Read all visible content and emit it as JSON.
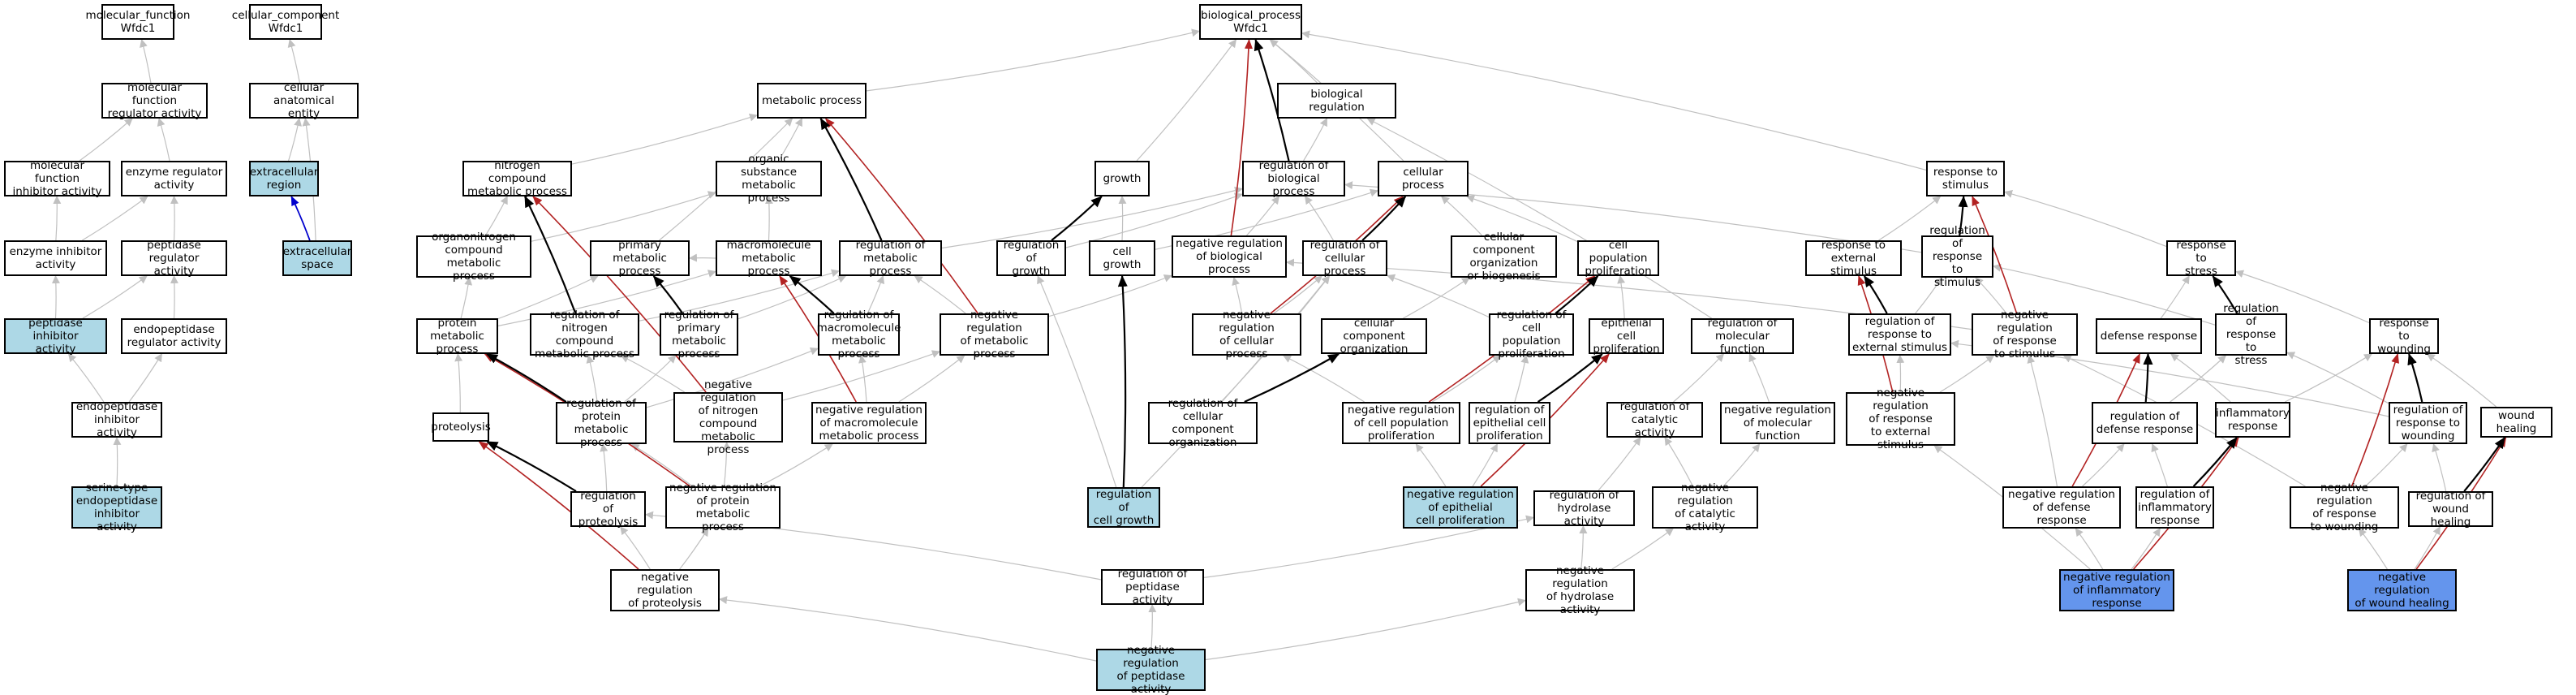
{
  "diagram": {
    "title": "",
    "colors": {
      "default_fill": "#ffffff",
      "lightblue_fill": "#add8e6",
      "blue_fill": "#6495ed",
      "is_a_edge": "#c0c0c0",
      "part_of_edge": "#000000",
      "regulates_edge": "#b22222",
      "occurs_in_edge": "#0000cd"
    },
    "nodes": [
      {
        "id": "mf",
        "label": "molecular_function\nWfdc1",
        "fill": "default"
      },
      {
        "id": "cc",
        "label": "cellular_component\nWfdc1",
        "fill": "default"
      },
      {
        "id": "bp",
        "label": "biological_process\nWfdc1",
        "fill": "default"
      },
      {
        "id": "mfra",
        "label": "molecular function\nregulator activity",
        "fill": "default"
      },
      {
        "id": "cae",
        "label": "cellular anatomical\nentity",
        "fill": "default"
      },
      {
        "id": "metab",
        "label": "metabolic process",
        "fill": "default"
      },
      {
        "id": "bioreg",
        "label": "biological regulation",
        "fill": "default"
      },
      {
        "id": "mfia",
        "label": "molecular function\ninhibitor activity",
        "fill": "default"
      },
      {
        "id": "era",
        "label": "enzyme regulator\nactivity",
        "fill": "default"
      },
      {
        "id": "exreg",
        "label": "extracellular\nregion",
        "fill": "lightblue"
      },
      {
        "id": "ncmp",
        "label": "nitrogen compound\nmetabolic process",
        "fill": "default"
      },
      {
        "id": "osmp",
        "label": "organic substance\nmetabolic process",
        "fill": "default"
      },
      {
        "id": "growth",
        "label": "growth",
        "fill": "default"
      },
      {
        "id": "rbp",
        "label": "regulation of\nbiological process",
        "fill": "default"
      },
      {
        "id": "cellproc",
        "label": "cellular process",
        "fill": "default"
      },
      {
        "id": "rts",
        "label": "response to\nstimulus",
        "fill": "default"
      },
      {
        "id": "eia",
        "label": "enzyme inhibitor\nactivity",
        "fill": "default"
      },
      {
        "id": "pra",
        "label": "peptidase regulator\nactivity",
        "fill": "default"
      },
      {
        "id": "exspace",
        "label": "extracellular\nspace",
        "fill": "lightblue"
      },
      {
        "id": "oncmp",
        "label": "organonitrogen\ncompound metabolic\nprocess",
        "fill": "default"
      },
      {
        "id": "pmp",
        "label": "primary metabolic\nprocess",
        "fill": "default"
      },
      {
        "id": "mmp",
        "label": "macromolecule\nmetabolic process",
        "fill": "default"
      },
      {
        "id": "rmp",
        "label": "regulation of\nmetabolic process",
        "fill": "default"
      },
      {
        "id": "rog",
        "label": "regulation of\ngrowth",
        "fill": "default"
      },
      {
        "id": "cg",
        "label": "cell growth",
        "fill": "default"
      },
      {
        "id": "nrbp",
        "label": "negative regulation\nof biological\nprocess",
        "fill": "default"
      },
      {
        "id": "rcp",
        "label": "regulation of\ncellular process",
        "fill": "default"
      },
      {
        "id": "ccob",
        "label": "cellular component\norganization\nor biogenesis",
        "fill": "default"
      },
      {
        "id": "cpp",
        "label": "cell population\nproliferation",
        "fill": "default"
      },
      {
        "id": "rtes",
        "label": "response to\nexternal stimulus",
        "fill": "default"
      },
      {
        "id": "rrts",
        "label": "regulation of\nresponse to\nstimulus",
        "fill": "default"
      },
      {
        "id": "rtstress",
        "label": "response to\nstress",
        "fill": "default"
      },
      {
        "id": "pia",
        "label": "peptidase inhibitor\nactivity",
        "fill": "lightblue"
      },
      {
        "id": "epra",
        "label": "endopeptidase\nregulator activity",
        "fill": "default"
      },
      {
        "id": "protmp",
        "label": "protein metabolic\nprocess",
        "fill": "default"
      },
      {
        "id": "rncmp",
        "label": "regulation of\nnitrogen compound\nmetabolic process",
        "fill": "default"
      },
      {
        "id": "rpmp",
        "label": "regulation of\nprimary metabolic\nprocess",
        "fill": "default"
      },
      {
        "id": "rmmp",
        "label": "regulation of\nmacromolecule\nmetabolic process",
        "fill": "default"
      },
      {
        "id": "nrmp",
        "label": "negative regulation\nof metabolic\nprocess",
        "fill": "default"
      },
      {
        "id": "nrcp",
        "label": "negative regulation\nof cellular\nprocess",
        "fill": "default"
      },
      {
        "id": "cco",
        "label": "cellular component\norganization",
        "fill": "default"
      },
      {
        "id": "rcpp",
        "label": "regulation of\ncell population\nproliferation",
        "fill": "default"
      },
      {
        "id": "ecp",
        "label": "epithelial cell\nproliferation",
        "fill": "default"
      },
      {
        "id": "rmf",
        "label": "regulation of\nmolecular function",
        "fill": "default"
      },
      {
        "id": "rrtes",
        "label": "regulation of\nresponse to\nexternal stimulus",
        "fill": "default"
      },
      {
        "id": "nrrts",
        "label": "negative regulation\nof response\nto stimulus",
        "fill": "default"
      },
      {
        "id": "defresp",
        "label": "defense response",
        "fill": "default"
      },
      {
        "id": "rrtstress",
        "label": "regulation of\nresponse to\nstress",
        "fill": "default"
      },
      {
        "id": "rtw",
        "label": "response to\nwounding",
        "fill": "default"
      },
      {
        "id": "epia",
        "label": "endopeptidase\ninhibitor activity",
        "fill": "default"
      },
      {
        "id": "proteo",
        "label": "proteolysis",
        "fill": "default"
      },
      {
        "id": "rprotmp",
        "label": "regulation of\nprotein metabolic\nprocess",
        "fill": "default"
      },
      {
        "id": "nrncmp",
        "label": "negative regulation\nof nitrogen\ncompound metabolic\nprocess",
        "fill": "default"
      },
      {
        "id": "nrmmp",
        "label": "negative regulation\nof macromolecule\nmetabolic process",
        "fill": "default"
      },
      {
        "id": "rcco",
        "label": "regulation of\ncellular component\norganization",
        "fill": "default"
      },
      {
        "id": "nrcpp",
        "label": "negative regulation\nof cell population\nproliferation",
        "fill": "default"
      },
      {
        "id": "recp",
        "label": "regulation of\nepithelial cell\nproliferation",
        "fill": "default"
      },
      {
        "id": "rca",
        "label": "regulation of\ncatalytic activity",
        "fill": "default"
      },
      {
        "id": "nrmf",
        "label": "negative regulation\nof molecular\nfunction",
        "fill": "default"
      },
      {
        "id": "nrrtes",
        "label": "negative regulation\nof response\nto external\nstimulus",
        "fill": "default"
      },
      {
        "id": "rdr",
        "label": "regulation of\ndefense response",
        "fill": "default"
      },
      {
        "id": "inflam",
        "label": "inflammatory\nresponse",
        "fill": "default"
      },
      {
        "id": "rrtw",
        "label": "regulation of\nresponse to\nwounding",
        "fill": "default"
      },
      {
        "id": "wh",
        "label": "wound healing",
        "fill": "default"
      },
      {
        "id": "stepia",
        "label": "serine-type\nendopeptidase\ninhibitor activity",
        "fill": "lightblue"
      },
      {
        "id": "rcg",
        "label": "regulation of\ncell growth",
        "fill": "lightblue"
      },
      {
        "id": "rproteo",
        "label": "regulation of\nproteolysis",
        "fill": "default"
      },
      {
        "id": "nrprotmp",
        "label": "negative regulation\nof protein metabolic\nprocess",
        "fill": "default"
      },
      {
        "id": "nrecp",
        "label": "negative regulation\nof epithelial\ncell proliferation",
        "fill": "lightblue"
      },
      {
        "id": "rha",
        "label": "regulation of\nhydrolase activity",
        "fill": "default"
      },
      {
        "id": "nrca",
        "label": "negative regulation\nof catalytic\nactivity",
        "fill": "default"
      },
      {
        "id": "nrdr",
        "label": "negative regulation\nof defense response",
        "fill": "default"
      },
      {
        "id": "rir",
        "label": "regulation of\ninflammatory\nresponse",
        "fill": "default"
      },
      {
        "id": "nrrtw",
        "label": "negative regulation\nof response\nto wounding",
        "fill": "default"
      },
      {
        "id": "rwh",
        "label": "regulation of\nwound healing",
        "fill": "default"
      },
      {
        "id": "nrproteo",
        "label": "negative regulation\nof proteolysis",
        "fill": "default"
      },
      {
        "id": "rpa",
        "label": "regulation of\npeptidase activity",
        "fill": "default"
      },
      {
        "id": "nrha",
        "label": "negative regulation\nof hydrolase\nactivity",
        "fill": "default"
      },
      {
        "id": "nrir",
        "label": "negative regulation\nof inflammatory\nresponse",
        "fill": "blue"
      },
      {
        "id": "nrwh",
        "label": "negative regulation\nof wound healing",
        "fill": "blue"
      },
      {
        "id": "nrpa",
        "label": "negative regulation\nof peptidase\nactivity",
        "fill": "lightblue"
      }
    ],
    "edges": [
      [
        "mfra",
        "mf",
        "is_a"
      ],
      [
        "mfia",
        "mfra",
        "is_a"
      ],
      [
        "era",
        "mfra",
        "is_a"
      ],
      [
        "eia",
        "mfia",
        "is_a"
      ],
      [
        "eia",
        "era",
        "is_a"
      ],
      [
        "pra",
        "era",
        "is_a"
      ],
      [
        "pia",
        "eia",
        "is_a"
      ],
      [
        "pia",
        "pra",
        "is_a"
      ],
      [
        "epra",
        "pra",
        "is_a"
      ],
      [
        "epia",
        "pia",
        "is_a"
      ],
      [
        "epia",
        "epra",
        "is_a"
      ],
      [
        "stepia",
        "epia",
        "is_a"
      ],
      [
        "cae",
        "cc",
        "is_a"
      ],
      [
        "exreg",
        "cae",
        "is_a"
      ],
      [
        "exspace",
        "cae",
        "is_a"
      ],
      [
        "exspace",
        "exreg",
        "occurs_in"
      ],
      [
        "metab",
        "bp",
        "is_a"
      ],
      [
        "bioreg",
        "bp",
        "is_a"
      ],
      [
        "growth",
        "bp",
        "is_a"
      ],
      [
        "cellproc",
        "bp",
        "is_a"
      ],
      [
        "rts",
        "bp",
        "is_a"
      ],
      [
        "rbp",
        "bp",
        "part_of"
      ],
      [
        "nrbp",
        "bp",
        "regulates"
      ],
      [
        "ncmp",
        "metab",
        "is_a"
      ],
      [
        "osmp",
        "metab",
        "is_a"
      ],
      [
        "pmp",
        "metab",
        "is_a"
      ],
      [
        "oncmp",
        "ncmp",
        "is_a"
      ],
      [
        "oncmp",
        "osmp",
        "is_a"
      ],
      [
        "mmp",
        "osmp",
        "is_a"
      ],
      [
        "mmp",
        "pmp",
        "is_a"
      ],
      [
        "protmp",
        "oncmp",
        "is_a"
      ],
      [
        "protmp",
        "pmp",
        "is_a"
      ],
      [
        "protmp",
        "mmp",
        "is_a"
      ],
      [
        "proteo",
        "protmp",
        "is_a"
      ],
      [
        "rmp",
        "metab",
        "part_of"
      ],
      [
        "rmp",
        "rbp",
        "is_a"
      ],
      [
        "nrmp",
        "metab",
        "regulates"
      ],
      [
        "nrmp",
        "rmp",
        "is_a"
      ],
      [
        "nrmp",
        "nrbp",
        "is_a"
      ],
      [
        "rncmp",
        "ncmp",
        "part_of"
      ],
      [
        "rncmp",
        "rmp",
        "is_a"
      ],
      [
        "rpmp",
        "pmp",
        "part_of"
      ],
      [
        "rpmp",
        "rmp",
        "is_a"
      ],
      [
        "rmmp",
        "mmp",
        "part_of"
      ],
      [
        "rmmp",
        "rmp",
        "is_a"
      ],
      [
        "nrncmp",
        "rncmp",
        "is_a"
      ],
      [
        "nrncmp",
        "nrmp",
        "is_a"
      ],
      [
        "nrncmp",
        "ncmp",
        "regulates"
      ],
      [
        "nrmmp",
        "rmmp",
        "is_a"
      ],
      [
        "nrmmp",
        "nrmp",
        "is_a"
      ],
      [
        "nrmmp",
        "mmp",
        "regulates"
      ],
      [
        "rprotmp",
        "protmp",
        "part_of"
      ],
      [
        "rprotmp",
        "rncmp",
        "is_a"
      ],
      [
        "rprotmp",
        "rpmp",
        "is_a"
      ],
      [
        "rprotmp",
        "rmmp",
        "is_a"
      ],
      [
        "nrprotmp",
        "rprotmp",
        "is_a"
      ],
      [
        "nrprotmp",
        "nrncmp",
        "is_a"
      ],
      [
        "nrprotmp",
        "nrmmp",
        "is_a"
      ],
      [
        "nrprotmp",
        "protmp",
        "regulates"
      ],
      [
        "rproteo",
        "proteo",
        "part_of"
      ],
      [
        "rproteo",
        "rprotmp",
        "is_a"
      ],
      [
        "nrproteo",
        "rproteo",
        "is_a"
      ],
      [
        "nrproteo",
        "nrprotmp",
        "is_a"
      ],
      [
        "nrproteo",
        "proteo",
        "regulates"
      ],
      [
        "rbp",
        "bioreg",
        "is_a"
      ],
      [
        "rog",
        "growth",
        "part_of"
      ],
      [
        "rog",
        "rbp",
        "is_a"
      ],
      [
        "cg",
        "growth",
        "is_a"
      ],
      [
        "cg",
        "cellproc",
        "is_a"
      ],
      [
        "rcg",
        "cg",
        "part_of"
      ],
      [
        "rcg",
        "rog",
        "is_a"
      ],
      [
        "rcg",
        "rcp",
        "is_a"
      ],
      [
        "nrbp",
        "rbp",
        "is_a"
      ],
      [
        "rcp",
        "cellproc",
        "part_of"
      ],
      [
        "rcp",
        "rbp",
        "is_a"
      ],
      [
        "nrcp",
        "rcp",
        "is_a"
      ],
      [
        "nrcp",
        "nrbp",
        "is_a"
      ],
      [
        "nrcp",
        "cellproc",
        "regulates"
      ],
      [
        "ccob",
        "cellproc",
        "is_a"
      ],
      [
        "cco",
        "ccob",
        "is_a"
      ],
      [
        "rcco",
        "cco",
        "part_of"
      ],
      [
        "rcco",
        "rcp",
        "is_a"
      ],
      [
        "cpp",
        "cellproc",
        "is_a"
      ],
      [
        "rcpp",
        "cpp",
        "part_of"
      ],
      [
        "rcpp",
        "rcp",
        "is_a"
      ],
      [
        "nrcpp",
        "rcpp",
        "is_a"
      ],
      [
        "nrcpp",
        "nrcp",
        "is_a"
      ],
      [
        "nrcpp",
        "cpp",
        "regulates"
      ],
      [
        "ecp",
        "cpp",
        "is_a"
      ],
      [
        "recp",
        "ecp",
        "part_of"
      ],
      [
        "recp",
        "rcpp",
        "is_a"
      ],
      [
        "nrecp",
        "recp",
        "is_a"
      ],
      [
        "nrecp",
        "nrcpp",
        "is_a"
      ],
      [
        "nrecp",
        "ecp",
        "regulates"
      ],
      [
        "rmf",
        "bioreg",
        "is_a"
      ],
      [
        "rca",
        "rmf",
        "is_a"
      ],
      [
        "nrmf",
        "rmf",
        "is_a"
      ],
      [
        "rha",
        "rca",
        "is_a"
      ],
      [
        "nrca",
        "rca",
        "is_a"
      ],
      [
        "nrca",
        "nrmf",
        "is_a"
      ],
      [
        "rpa",
        "rha",
        "is_a"
      ],
      [
        "nrha",
        "rha",
        "is_a"
      ],
      [
        "nrha",
        "nrca",
        "is_a"
      ],
      [
        "rpa",
        "rproteo",
        "is_a"
      ],
      [
        "nrpa",
        "rpa",
        "is_a"
      ],
      [
        "nrpa",
        "nrha",
        "is_a"
      ],
      [
        "nrpa",
        "nrproteo",
        "is_a"
      ],
      [
        "rtes",
        "rts",
        "is_a"
      ],
      [
        "rrts",
        "rts",
        "part_of"
      ],
      [
        "rrts",
        "rbp",
        "is_a"
      ],
      [
        "rtstress",
        "rts",
        "is_a"
      ],
      [
        "nrrts",
        "rrts",
        "is_a"
      ],
      [
        "nrrts",
        "nrbp",
        "is_a"
      ],
      [
        "nrrts",
        "rts",
        "regulates"
      ],
      [
        "rrtes",
        "rtes",
        "part_of"
      ],
      [
        "rrtes",
        "rrts",
        "is_a"
      ],
      [
        "nrrtes",
        "rrtes",
        "is_a"
      ],
      [
        "nrrtes",
        "nrrts",
        "is_a"
      ],
      [
        "nrrtes",
        "rtes",
        "regulates"
      ],
      [
        "defresp",
        "rtstress",
        "is_a"
      ],
      [
        "rrtstress",
        "rtstress",
        "part_of"
      ],
      [
        "rrtstress",
        "rrts",
        "is_a"
      ],
      [
        "rtw",
        "rtstress",
        "is_a"
      ],
      [
        "inflam",
        "defresp",
        "is_a"
      ],
      [
        "inflam",
        "rtw",
        "is_a"
      ],
      [
        "rdr",
        "defresp",
        "part_of"
      ],
      [
        "rdr",
        "rrtstress",
        "is_a"
      ],
      [
        "nrdr",
        "rdr",
        "is_a"
      ],
      [
        "nrdr",
        "nrrts",
        "is_a"
      ],
      [
        "nrdr",
        "defresp",
        "regulates"
      ],
      [
        "rir",
        "inflam",
        "part_of"
      ],
      [
        "rir",
        "rdr",
        "is_a"
      ],
      [
        "nrir",
        "rir",
        "is_a"
      ],
      [
        "nrir",
        "nrdr",
        "is_a"
      ],
      [
        "nrir",
        "nrrtes",
        "is_a"
      ],
      [
        "nrir",
        "inflam",
        "regulates"
      ],
      [
        "rrtw",
        "rtw",
        "part_of"
      ],
      [
        "rrtw",
        "rrtstress",
        "is_a"
      ],
      [
        "rrtw",
        "rrtes",
        "is_a"
      ],
      [
        "nrrtw",
        "rrtw",
        "is_a"
      ],
      [
        "nrrtw",
        "nrrts",
        "is_a"
      ],
      [
        "nrrtw",
        "rtw",
        "regulates"
      ],
      [
        "wh",
        "rtw",
        "is_a"
      ],
      [
        "rwh",
        "wh",
        "part_of"
      ],
      [
        "rwh",
        "rrtw",
        "is_a"
      ],
      [
        "nrwh",
        "rwh",
        "is_a"
      ],
      [
        "nrwh",
        "nrrtw",
        "is_a"
      ],
      [
        "nrwh",
        "wh",
        "regulates"
      ]
    ]
  }
}
